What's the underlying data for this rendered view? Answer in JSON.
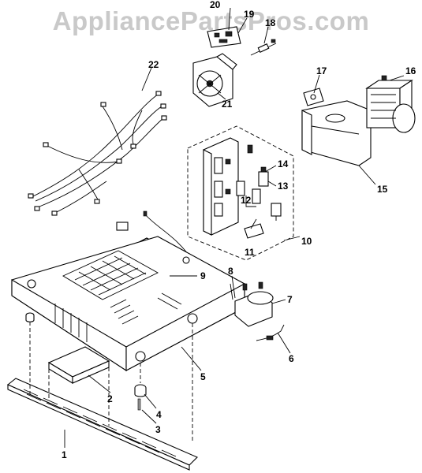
{
  "watermark": "AppliancePartsPros.com",
  "callouts": [
    {
      "id": "c1",
      "text": "1"
    },
    {
      "id": "c2",
      "text": "2"
    },
    {
      "id": "c3",
      "text": "3"
    },
    {
      "id": "c4",
      "text": "4"
    },
    {
      "id": "c5",
      "text": "5"
    },
    {
      "id": "c6",
      "text": "6"
    },
    {
      "id": "c7",
      "text": "7"
    },
    {
      "id": "c8",
      "text": "8"
    },
    {
      "id": "c9",
      "text": "9"
    },
    {
      "id": "c10",
      "text": "10"
    },
    {
      "id": "c11",
      "text": "11"
    },
    {
      "id": "c12",
      "text": "12"
    },
    {
      "id": "c13",
      "text": "13"
    },
    {
      "id": "c14",
      "text": "14"
    },
    {
      "id": "c15",
      "text": "15"
    },
    {
      "id": "c16",
      "text": "16"
    },
    {
      "id": "c17",
      "text": "17"
    },
    {
      "id": "c18",
      "text": "18"
    },
    {
      "id": "c19",
      "text": "19"
    },
    {
      "id": "c20",
      "text": "20"
    },
    {
      "id": "c21",
      "text": "21"
    },
    {
      "id": "c22",
      "text": "22"
    }
  ]
}
